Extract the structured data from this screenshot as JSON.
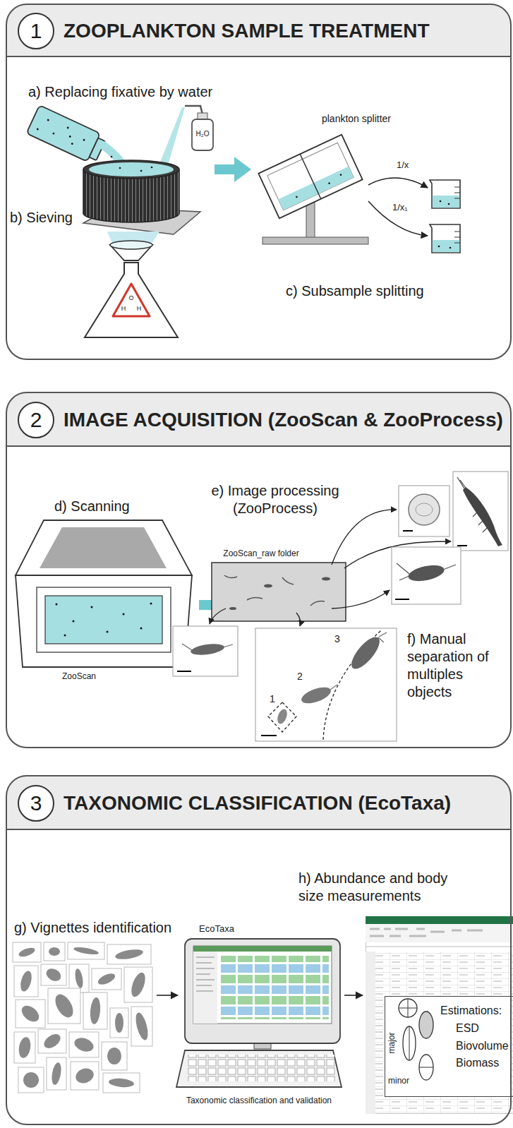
{
  "diagram": {
    "nodes": [
      {
        "text": [
          "ZOOPLANKTON SAMPLE TREATMENT"
        ]
      },
      {
        "text": [
          "1"
        ],
        "in": 0
      },
      {
        "text": [
          "IMAGE ACQUISITION (ZooScan & ZooProcess)"
        ]
      },
      {
        "text": [
          "2"
        ],
        "in": 2
      },
      {
        "text": [
          "TAXONOMIC CLASSIFICATION (EcoTaxa)"
        ]
      },
      {
        "text": [
          "3"
        ],
        "in": 4
      },
      {
        "text": [
          "Estimations:",
          "ESD",
          "Biovolume",
          "Biomass"
        ],
        "in": 4
      }
    ],
    "labels": [
      "a) Replacing fixative by water",
      "H₂O",
      "b) Sieving",
      "plankton splitter",
      "1/x",
      "1/x₁",
      "c) Subsample splitting",
      "d) Scanning",
      "e) Image processing (ZooProcess)",
      "ZooScan_raw folder",
      "ZooScan",
      "1",
      "2",
      "3",
      "f) Manual separation of multiples objects",
      "g) Vignettes identification",
      "EcoTaxa",
      "Taxonomic classification and validation",
      "h) Abundance and body size measurements",
      "major",
      "minor",
      "O",
      "H",
      "H"
    ]
  }
}
